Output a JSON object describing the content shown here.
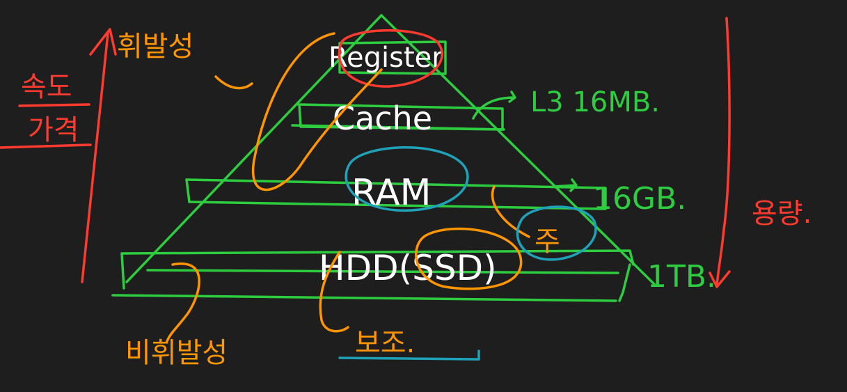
{
  "colors": {
    "background": "#1e1e1e",
    "green": "#2ecc40",
    "red": "#ff3b30",
    "orange": "#ff9500",
    "white": "#ffffff",
    "teal": "#1fa2b8"
  },
  "pyramid": {
    "levels": [
      {
        "label": "Register",
        "size": ""
      },
      {
        "label": "Cache",
        "size": "L3 16MB."
      },
      {
        "label": "RAM",
        "size": "16GB."
      },
      {
        "label": "HDD(SSD)",
        "size": "1TB."
      }
    ]
  },
  "annotations": {
    "top_left_1": "속도",
    "top_left_2": "가격",
    "volatile": "휘발성",
    "nonvolatile": "비휘발성",
    "storage": "보조.",
    "main_memory": "주",
    "capacity": "용량."
  }
}
